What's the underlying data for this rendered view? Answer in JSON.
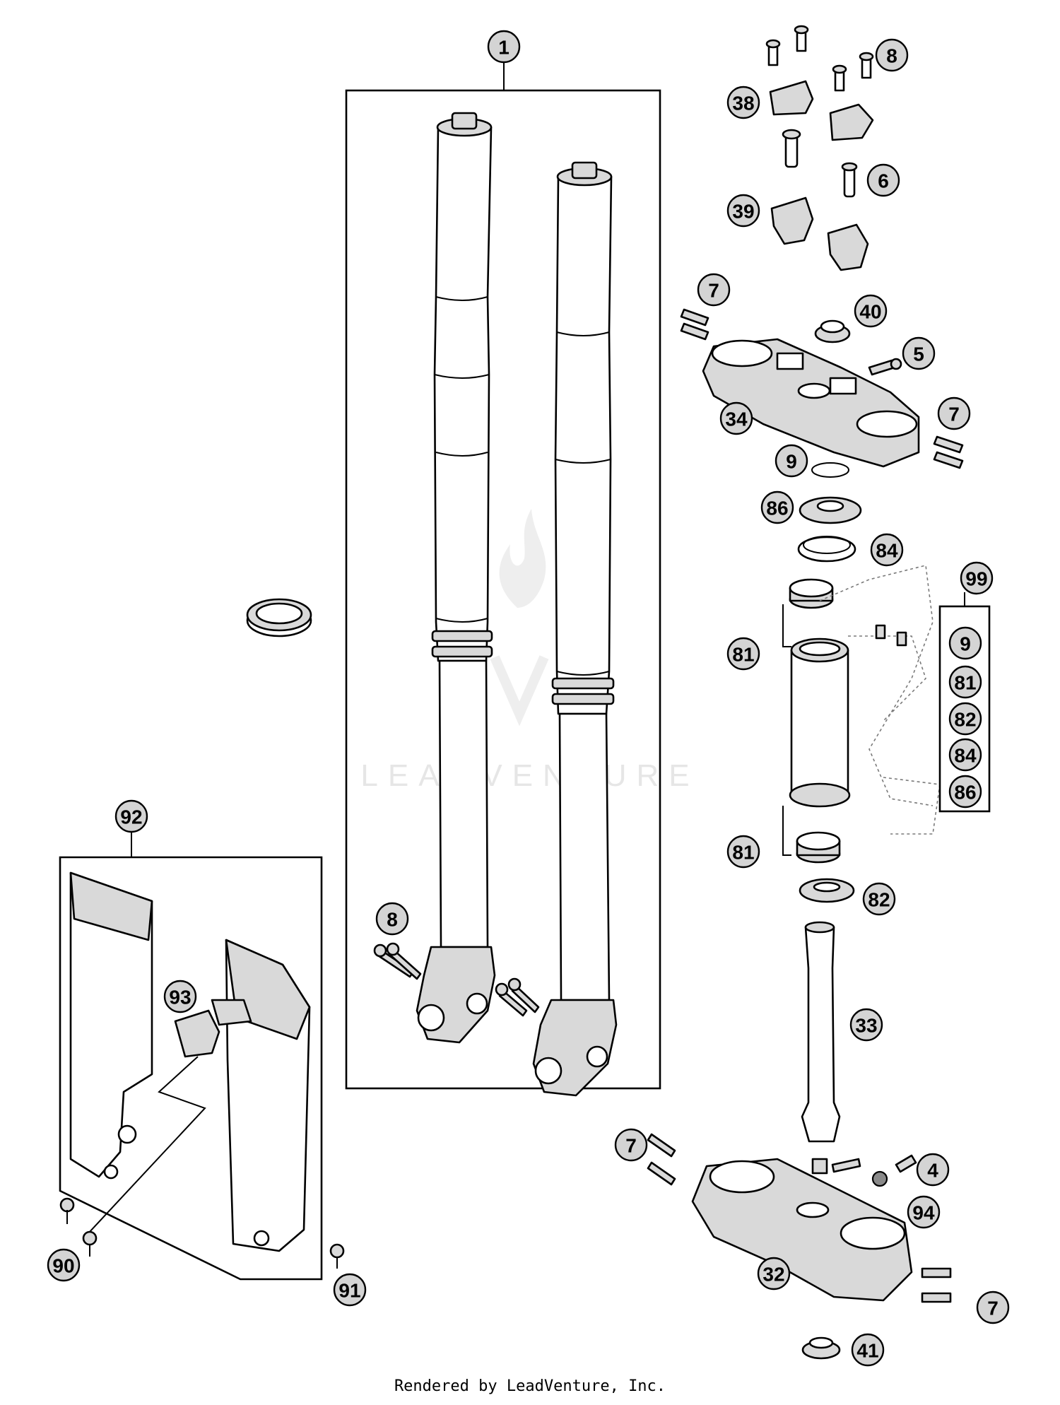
{
  "footer": {
    "text": "Rendered by LeadVenture, Inc."
  },
  "watermark": {
    "text": "LEADVENTURE"
  },
  "callouts": [
    "1",
    "8",
    "38",
    "6",
    "39",
    "7",
    "40",
    "5",
    "34",
    "7",
    "9",
    "86",
    "84",
    "99",
    "9",
    "81",
    "82",
    "84",
    "86",
    "81",
    "81",
    "82",
    "33",
    "92",
    "93",
    "8",
    "7",
    "4",
    "94",
    "32",
    "90",
    "91",
    "7",
    "41"
  ]
}
